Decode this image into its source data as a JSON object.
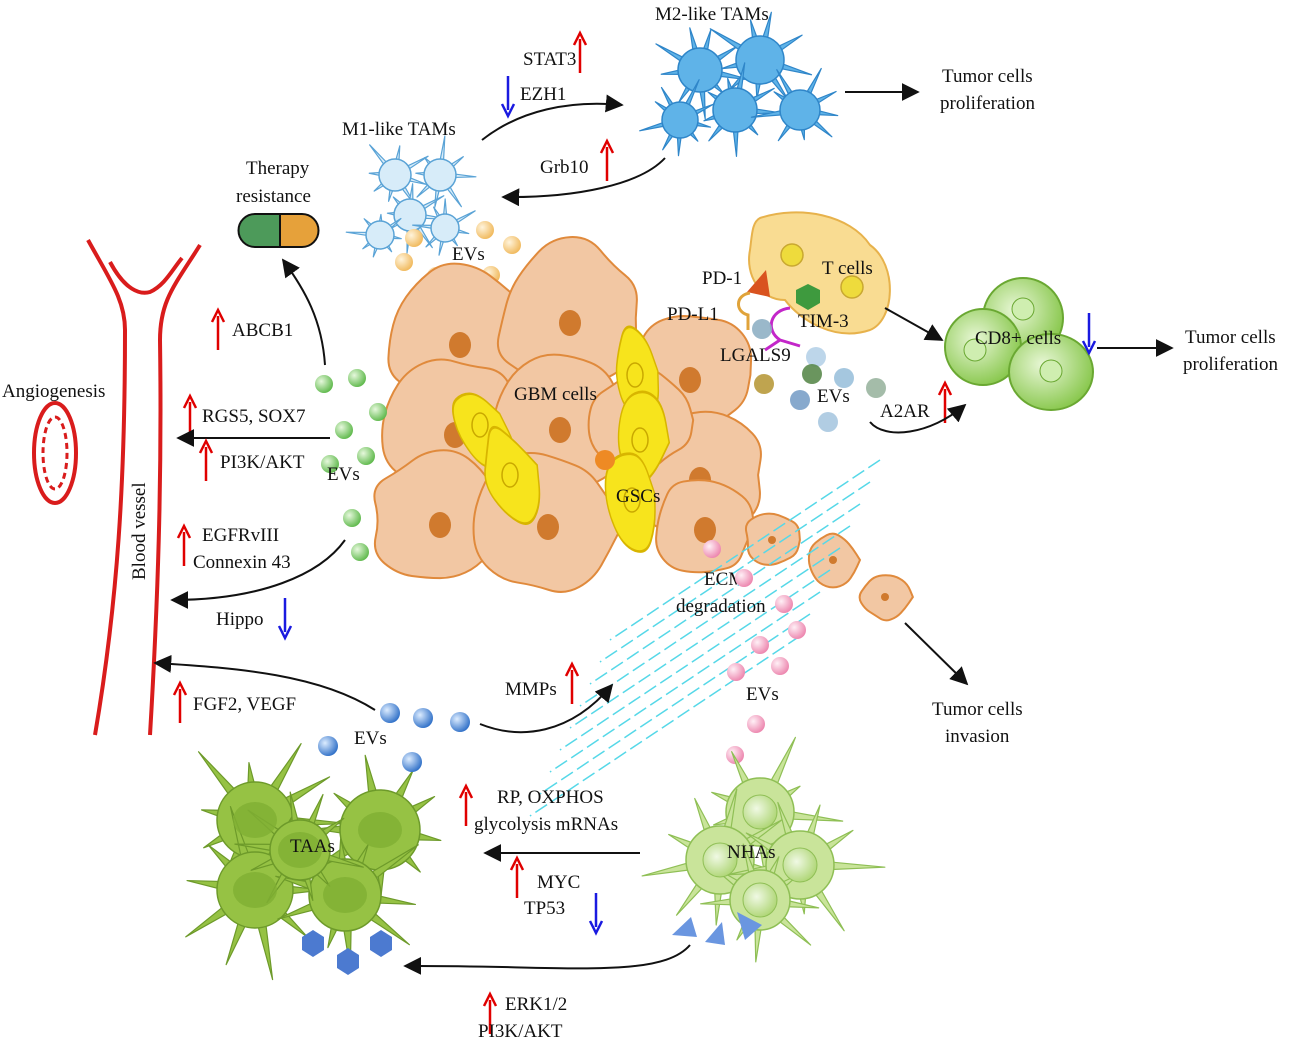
{
  "labels": {
    "m2_tams": "M2-like TAMs",
    "m1_tams": "M1-like TAMs",
    "stat3": "STAT3",
    "ezh1": "EZH1",
    "grb10": "Grb10",
    "prolif_top_1": "Tumor cells",
    "prolif_top_2": "proliferation",
    "therapy_1": "Therapy",
    "therapy_2": "resistance",
    "evs_top": "EVs",
    "pd1": "PD-1",
    "pdl1": "PD-L1",
    "t_cells": "T cells",
    "tim3": "TIM-3",
    "lgals9": "LGALS9",
    "cd8": "CD8+ cells",
    "prolif_right_1": "Tumor cells",
    "prolif_right_2": "proliferation",
    "evs_right": "EVs",
    "a2ar": "A2AR",
    "abcb1": "ABCB1",
    "angiogenesis": "Angiogenesis",
    "rgs5": "RGS5, SOX7",
    "pi3k_left": "PI3K/AKT",
    "evs_left": "EVs",
    "gbm_cells": "GBM cells",
    "gscs": "GSCs",
    "egfrviii": "EGFRvIII",
    "connexin": "Connexin 43",
    "hippo": "Hippo",
    "blood_vessel": "Blood vessel",
    "ecm_1": "ECM",
    "ecm_2": "degradation",
    "fgf2": "FGF2, VEGF",
    "mmps": "MMPs",
    "evs_pink": "EVs",
    "invasion_1": "Tumor cells",
    "invasion_2": "invasion",
    "evs_blue": "EVs",
    "rp_1": "RP, OXPHOS",
    "rp_2": "glycolysis mRNAs",
    "taas": "TAAs",
    "nhas": "NHAs",
    "myc": "MYC",
    "tp53": "TP53",
    "erk": "ERK1/2",
    "pi3k_bottom": "PI3K/AKT"
  },
  "colors": {
    "up_arrow": "#e00000",
    "down_arrow": "#1a1ae0",
    "vessel": "#d91c1c",
    "gbm_fill": "#f2c7a3",
    "gbm_stroke": "#e0934a",
    "nucleus": "#d07a2e",
    "gsc_fill": "#f7e41c",
    "m2_fill": "#5fb3e8",
    "m1_fill": "#cfe8f8",
    "tcell_fill": "#f7d98a",
    "cd8_fill": "#9ed35c",
    "taa_fill": "#96c244",
    "nha_fill": "#c9e49a",
    "ev_green": "#6fc25a",
    "ev_orange": "#f3c06a",
    "ev_pink": "#ee8fb5",
    "ev_blue": "#3f83d4"
  },
  "icons": [
    "up-arrow-icon",
    "down-arrow-icon",
    "capsule-icon",
    "blood-vessel-icon",
    "vessel-cross-section-icon"
  ]
}
